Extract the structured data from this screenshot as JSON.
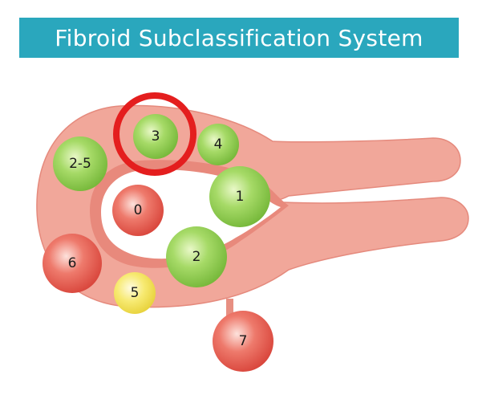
{
  "title": "Fibroid Subclassification System",
  "colors": {
    "banner": "#2aa7bd",
    "tissue": "#f1a79a",
    "tissue_dark": "#e78f82",
    "green": "#8ecd4e",
    "red": "#e4574c",
    "yellow": "#f4e35a",
    "highlight": "#e41e1e"
  },
  "fibroids": {
    "f0": {
      "label": "0",
      "color": "red"
    },
    "f1": {
      "label": "1",
      "color": "green"
    },
    "f2": {
      "label": "2",
      "color": "green"
    },
    "f25": {
      "label": "2-5",
      "color": "green"
    },
    "f3": {
      "label": "3",
      "color": "green",
      "highlighted": true
    },
    "f4": {
      "label": "4",
      "color": "green"
    },
    "f5": {
      "label": "5",
      "color": "yellow"
    },
    "f6": {
      "label": "6",
      "color": "red"
    },
    "f7": {
      "label": "7",
      "color": "red"
    }
  }
}
